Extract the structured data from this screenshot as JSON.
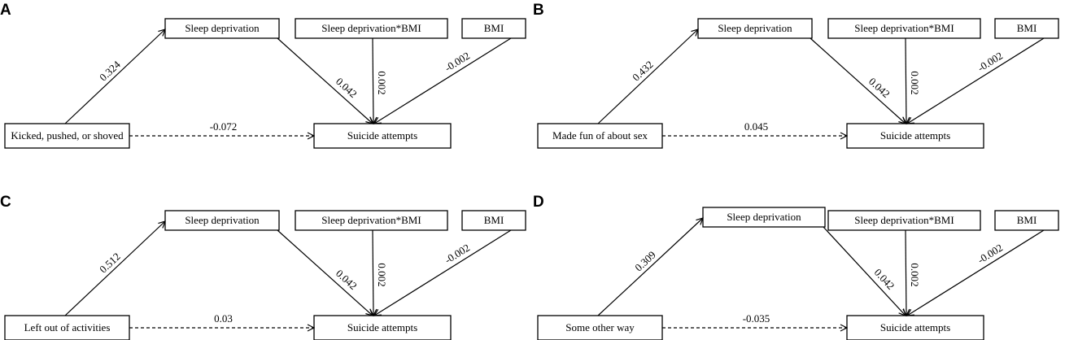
{
  "diagram": {
    "labels": {
      "sleep": "Sleep deprivation",
      "interaction": "Sleep deprivation*BMI",
      "bmi": "BMI",
      "outcome": "Suicide attempts"
    },
    "panels": [
      {
        "letter": "A",
        "predictor": "Kicked, pushed, or shoved",
        "coef_predictor_sleep": "0.324",
        "coef_sleep_outcome": "0.042",
        "coef_interaction_outcome": "0.002",
        "coef_bmi_outcome": "-0.002",
        "coef_direct": "-0.072"
      },
      {
        "letter": "B",
        "predictor": "Made fun of about sex",
        "coef_predictor_sleep": "0.432",
        "coef_sleep_outcome": "0.042",
        "coef_interaction_outcome": "0.002",
        "coef_bmi_outcome": "-0.002",
        "coef_direct": "0.045"
      },
      {
        "letter": "C",
        "predictor": "Left out of activities",
        "coef_predictor_sleep": "0.512",
        "coef_sleep_outcome": "0.042",
        "coef_interaction_outcome": "0.002",
        "coef_bmi_outcome": "-0.002",
        "coef_direct": "0.03"
      },
      {
        "letter": "D",
        "predictor": "Some other way",
        "coef_predictor_sleep": "0.309",
        "coef_sleep_outcome": "0.042",
        "coef_interaction_outcome": "0.002",
        "coef_bmi_outcome": "-0.002",
        "coef_direct": "-0.035"
      }
    ]
  }
}
